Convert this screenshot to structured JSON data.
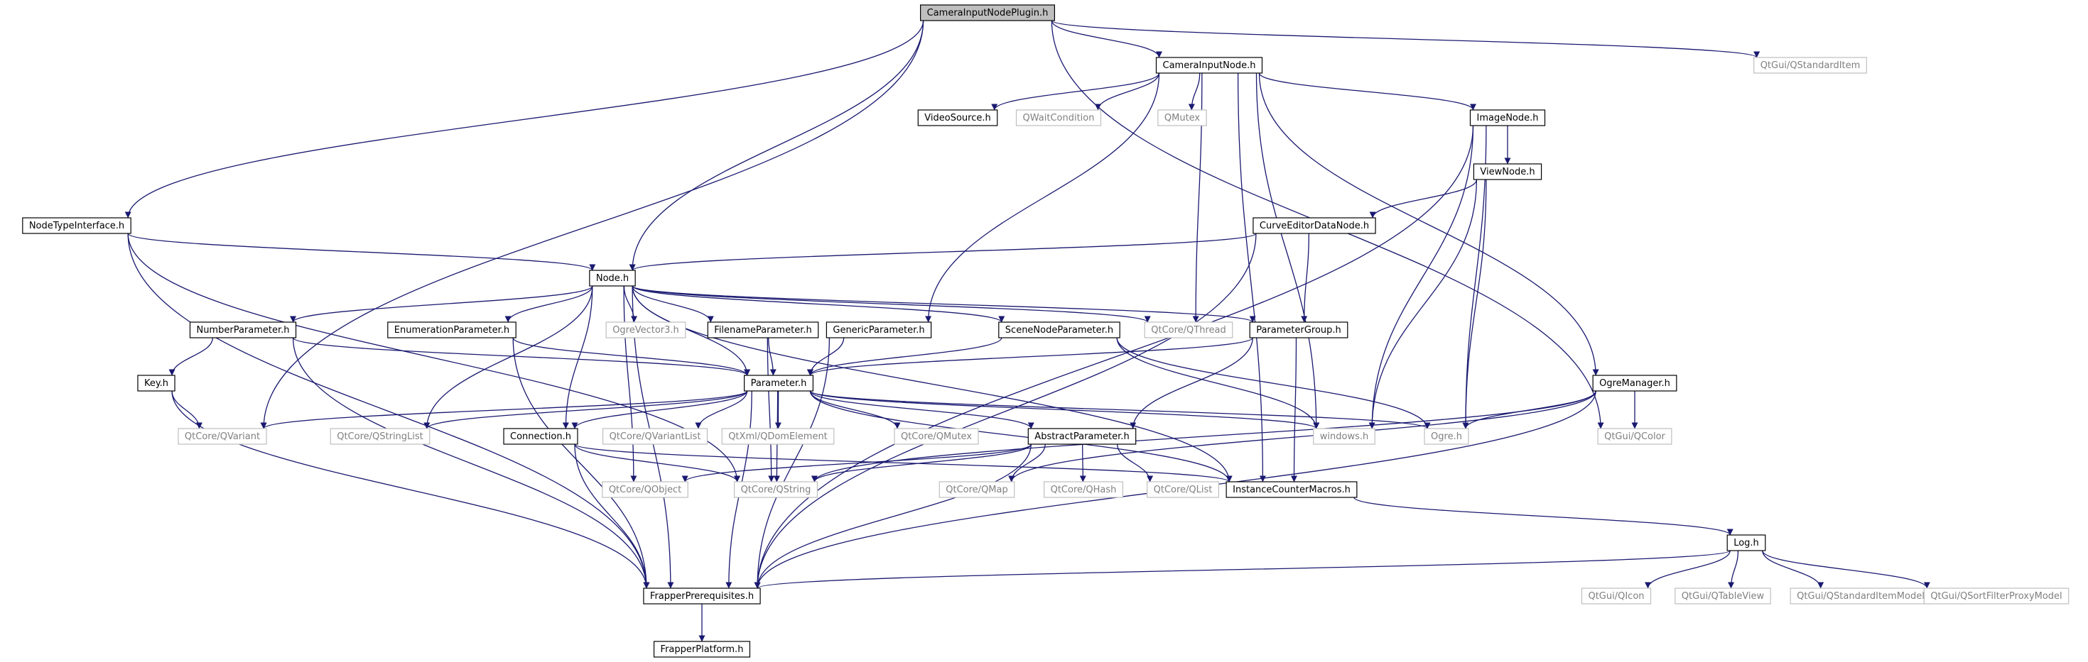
{
  "colors": {
    "edge": "#191970",
    "root_fill": "#bfbfbf",
    "local_border": "#000000",
    "ext_border": "#bfbfbf",
    "ext_text": "#808080"
  },
  "nodes": [
    {
      "id": "root",
      "label": "CameraInputNodePlugin.h",
      "kind": "root"
    },
    {
      "id": "cin",
      "label": "CameraInputNode.h",
      "kind": "local"
    },
    {
      "id": "qsi",
      "label": "QtGui/QStandardItem",
      "kind": "ext"
    },
    {
      "id": "vs",
      "label": "VideoSource.h",
      "kind": "local"
    },
    {
      "id": "qwc",
      "label": "QWaitCondition",
      "kind": "ext"
    },
    {
      "id": "qmx",
      "label": "QMutex",
      "kind": "ext"
    },
    {
      "id": "img",
      "label": "ImageNode.h",
      "kind": "local"
    },
    {
      "id": "view",
      "label": "ViewNode.h",
      "kind": "local"
    },
    {
      "id": "ntif",
      "label": "NodeTypeInterface.h",
      "kind": "local"
    },
    {
      "id": "ced",
      "label": "CurveEditorDataNode.h",
      "kind": "local"
    },
    {
      "id": "node",
      "label": "Node.h",
      "kind": "local"
    },
    {
      "id": "np",
      "label": "NumberParameter.h",
      "kind": "local"
    },
    {
      "id": "ep",
      "label": "EnumerationParameter.h",
      "kind": "local"
    },
    {
      "id": "ov3",
      "label": "OgreVector3.h",
      "kind": "ext"
    },
    {
      "id": "fp",
      "label": "FilenameParameter.h",
      "kind": "local"
    },
    {
      "id": "gp",
      "label": "GenericParameter.h",
      "kind": "local"
    },
    {
      "id": "snp",
      "label": "SceneNodeParameter.h",
      "kind": "local"
    },
    {
      "id": "qth",
      "label": "QtCore/QThread",
      "kind": "ext"
    },
    {
      "id": "pg",
      "label": "ParameterGroup.h",
      "kind": "local"
    },
    {
      "id": "key",
      "label": "Key.h",
      "kind": "local"
    },
    {
      "id": "param",
      "label": "Parameter.h",
      "kind": "local"
    },
    {
      "id": "om",
      "label": "OgreManager.h",
      "kind": "local"
    },
    {
      "id": "qvar",
      "label": "QtCore/QVariant",
      "kind": "ext"
    },
    {
      "id": "qsl",
      "label": "QtCore/QStringList",
      "kind": "ext"
    },
    {
      "id": "conn",
      "label": "Connection.h",
      "kind": "local"
    },
    {
      "id": "qvl",
      "label": "QtCore/QVariantList",
      "kind": "ext"
    },
    {
      "id": "qdom",
      "label": "QtXml/QDomElement",
      "kind": "ext"
    },
    {
      "id": "qcmx",
      "label": "QtCore/QMutex",
      "kind": "ext"
    },
    {
      "id": "ap",
      "label": "AbstractParameter.h",
      "kind": "local"
    },
    {
      "id": "win",
      "label": "windows.h",
      "kind": "ext"
    },
    {
      "id": "ogre",
      "label": "Ogre.h",
      "kind": "ext"
    },
    {
      "id": "qcol",
      "label": "QtGui/QColor",
      "kind": "ext"
    },
    {
      "id": "qobj",
      "label": "QtCore/QObject",
      "kind": "ext"
    },
    {
      "id": "qstr",
      "label": "QtCore/QString",
      "kind": "ext"
    },
    {
      "id": "qmap",
      "label": "QtCore/QMap",
      "kind": "ext"
    },
    {
      "id": "qhash",
      "label": "QtCore/QHash",
      "kind": "ext"
    },
    {
      "id": "qlist",
      "label": "QtCore/QList",
      "kind": "ext"
    },
    {
      "id": "icm",
      "label": "InstanceCounterMacros.h",
      "kind": "local"
    },
    {
      "id": "log",
      "label": "Log.h",
      "kind": "local"
    },
    {
      "id": "fpre",
      "label": "FrapperPrerequisites.h",
      "kind": "local"
    },
    {
      "id": "qicon",
      "label": "QtGui/QIcon",
      "kind": "ext"
    },
    {
      "id": "qtv",
      "label": "QtGui/QTableView",
      "kind": "ext"
    },
    {
      "id": "qsim",
      "label": "QtGui/QStandardItemModel",
      "kind": "ext"
    },
    {
      "id": "qsfpm",
      "label": "QtGui/QSortFilterProxyModel",
      "kind": "ext"
    },
    {
      "id": "fplat",
      "label": "FrapperPlatform.h",
      "kind": "local"
    }
  ],
  "edges": [
    [
      "root",
      "cin"
    ],
    [
      "root",
      "qsi"
    ],
    [
      "root",
      "ntif"
    ],
    [
      "root",
      "node"
    ],
    [
      "root",
      "qvar"
    ],
    [
      "root",
      "qcol"
    ],
    [
      "cin",
      "vs"
    ],
    [
      "cin",
      "qwc"
    ],
    [
      "cin",
      "qmx"
    ],
    [
      "cin",
      "img"
    ],
    [
      "cin",
      "gp"
    ],
    [
      "cin",
      "qth"
    ],
    [
      "cin",
      "win"
    ],
    [
      "cin",
      "om"
    ],
    [
      "cin",
      "icm"
    ],
    [
      "img",
      "view"
    ],
    [
      "img",
      "win"
    ],
    [
      "img",
      "ogre"
    ],
    [
      "img",
      "fpre"
    ],
    [
      "view",
      "ced"
    ],
    [
      "view",
      "win"
    ],
    [
      "view",
      "ogre"
    ],
    [
      "ced",
      "node"
    ],
    [
      "ced",
      "pg"
    ],
    [
      "ced",
      "fpre"
    ],
    [
      "ntif",
      "node"
    ],
    [
      "ntif",
      "qstr"
    ],
    [
      "ntif",
      "fpre"
    ],
    [
      "node",
      "np"
    ],
    [
      "node",
      "ep"
    ],
    [
      "node",
      "ov3"
    ],
    [
      "node",
      "fp"
    ],
    [
      "node",
      "snp"
    ],
    [
      "node",
      "qth"
    ],
    [
      "node",
      "pg"
    ],
    [
      "node",
      "param"
    ],
    [
      "node",
      "qsl"
    ],
    [
      "node",
      "conn"
    ],
    [
      "node",
      "qobj"
    ],
    [
      "node",
      "fpre"
    ],
    [
      "node",
      "icm"
    ],
    [
      "np",
      "key"
    ],
    [
      "np",
      "param"
    ],
    [
      "np",
      "fpre"
    ],
    [
      "ep",
      "param"
    ],
    [
      "ep",
      "fpre"
    ],
    [
      "fp",
      "param"
    ],
    [
      "fp",
      "qstr"
    ],
    [
      "gp",
      "param"
    ],
    [
      "gp",
      "fpre"
    ],
    [
      "snp",
      "param"
    ],
    [
      "snp",
      "win"
    ],
    [
      "snp",
      "ogre"
    ],
    [
      "pg",
      "param"
    ],
    [
      "pg",
      "ap"
    ],
    [
      "pg",
      "icm"
    ],
    [
      "key",
      "qvar"
    ],
    [
      "key",
      "fpre"
    ],
    [
      "param",
      "qvar"
    ],
    [
      "param",
      "qsl"
    ],
    [
      "param",
      "conn"
    ],
    [
      "param",
      "qvl"
    ],
    [
      "param",
      "qdom"
    ],
    [
      "param",
      "qcmx"
    ],
    [
      "param",
      "ap"
    ],
    [
      "param",
      "win"
    ],
    [
      "param",
      "ogre"
    ],
    [
      "param",
      "qstr"
    ],
    [
      "param",
      "fpre"
    ],
    [
      "param",
      "icm"
    ],
    [
      "conn",
      "qstr"
    ],
    [
      "conn",
      "fpre"
    ],
    [
      "conn",
      "icm"
    ],
    [
      "ap",
      "qobj"
    ],
    [
      "ap",
      "qstr"
    ],
    [
      "ap",
      "qmap"
    ],
    [
      "ap",
      "qhash"
    ],
    [
      "ap",
      "qlist"
    ],
    [
      "ap",
      "fpre"
    ],
    [
      "om",
      "ogre"
    ],
    [
      "om",
      "qcol"
    ],
    [
      "om",
      "qstr"
    ],
    [
      "om",
      "qmap"
    ],
    [
      "om",
      "fpre"
    ],
    [
      "icm",
      "log"
    ],
    [
      "log",
      "fpre"
    ],
    [
      "log",
      "qicon"
    ],
    [
      "log",
      "qtv"
    ],
    [
      "log",
      "qsim"
    ],
    [
      "log",
      "qsfpm"
    ],
    [
      "fpre",
      "fplat"
    ]
  ]
}
